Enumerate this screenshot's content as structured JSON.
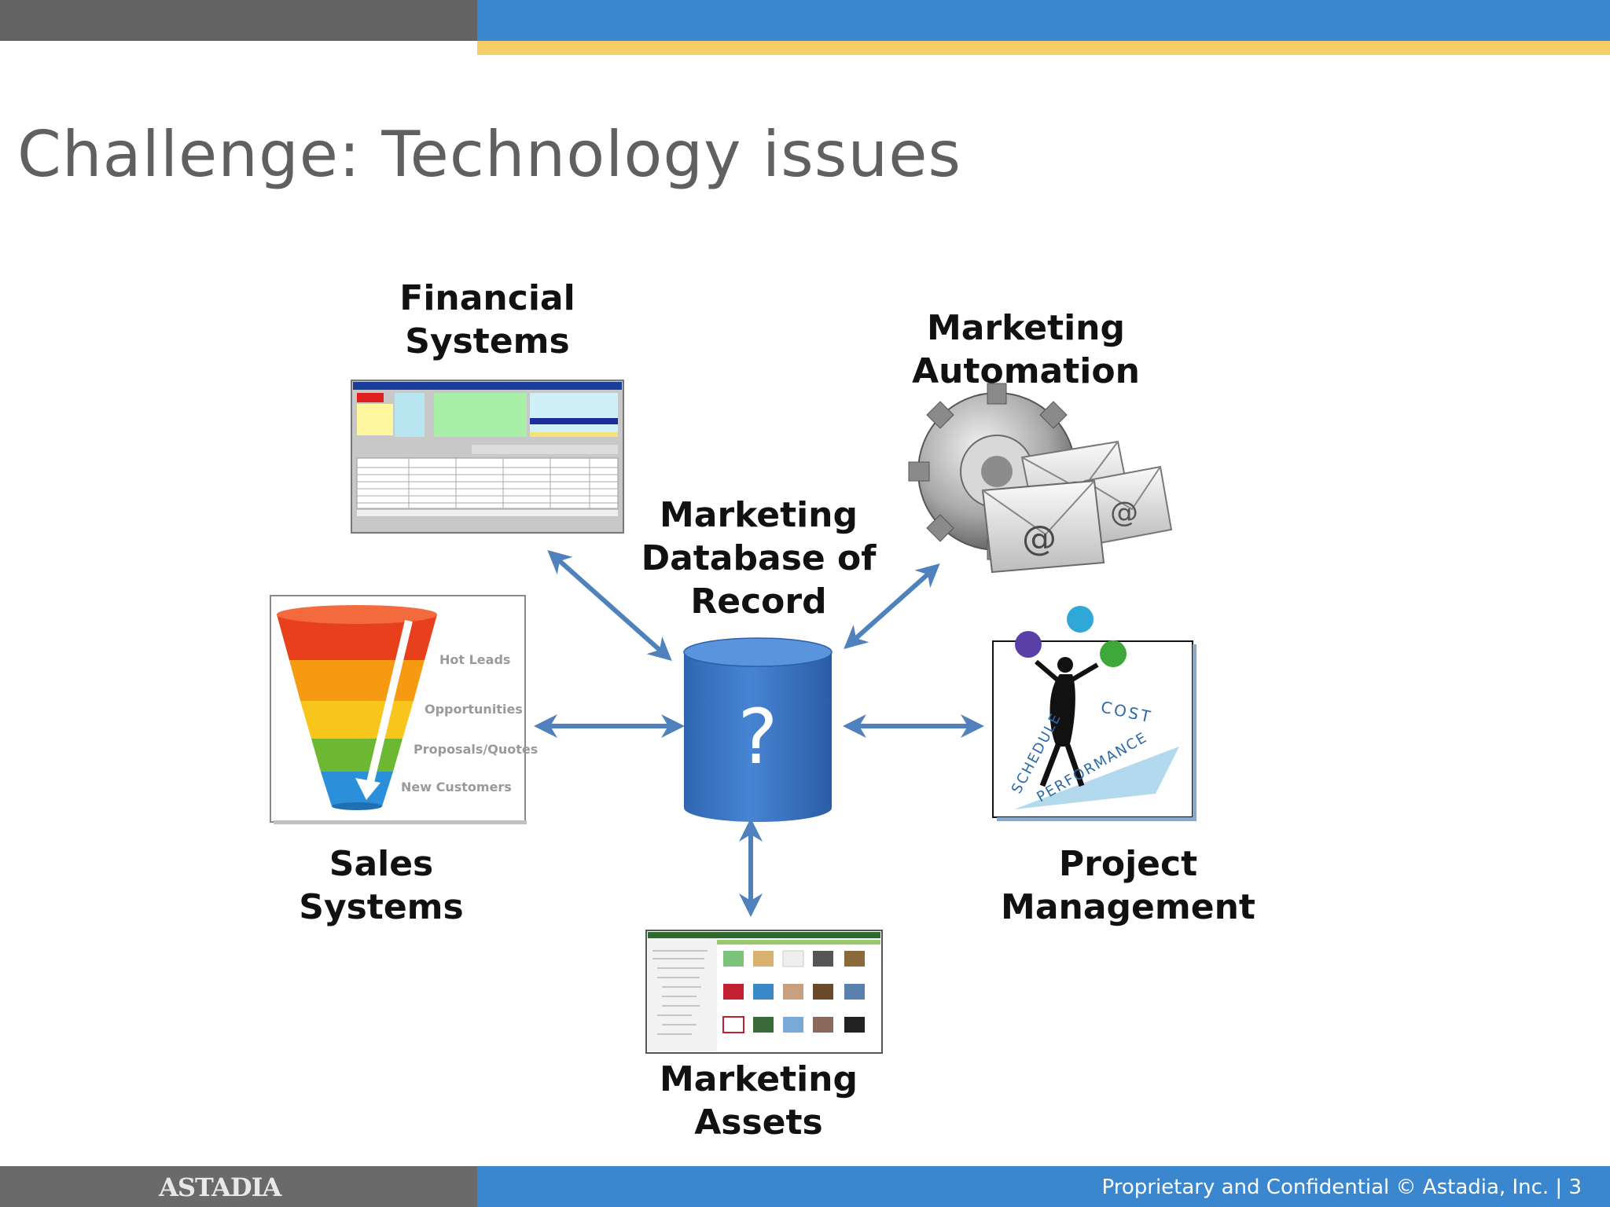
{
  "slide": {
    "title": "Challenge: Technology issues",
    "footer_logo": "ASTADIA",
    "footer_text": "Proprietary and Confidential © Astadia, Inc.  |  3"
  },
  "nodes": {
    "financial": [
      "Financial",
      "Systems"
    ],
    "automation": [
      "Marketing",
      "Automation"
    ],
    "database": [
      "Marketing",
      "Database of",
      "Record"
    ],
    "database_symbol": "?",
    "sales": [
      "Sales",
      "Systems"
    ],
    "project": [
      "Project",
      "Management"
    ],
    "assets": [
      "Marketing",
      "Assets"
    ]
  },
  "funnel": {
    "levels": [
      "Hot Leads",
      "Opportunities",
      "Proposals/Quotes",
      "New Customers"
    ],
    "colors": [
      "#e8401c",
      "#f69a12",
      "#f7c51c",
      "#6cb832",
      "#2b8fd9"
    ]
  },
  "juggler": {
    "words": [
      "COST",
      "SCHEDULE",
      "PERFORMANCE"
    ]
  },
  "colors": {
    "arrow": "#4f81bd",
    "cylinder": "#3a75c4"
  }
}
